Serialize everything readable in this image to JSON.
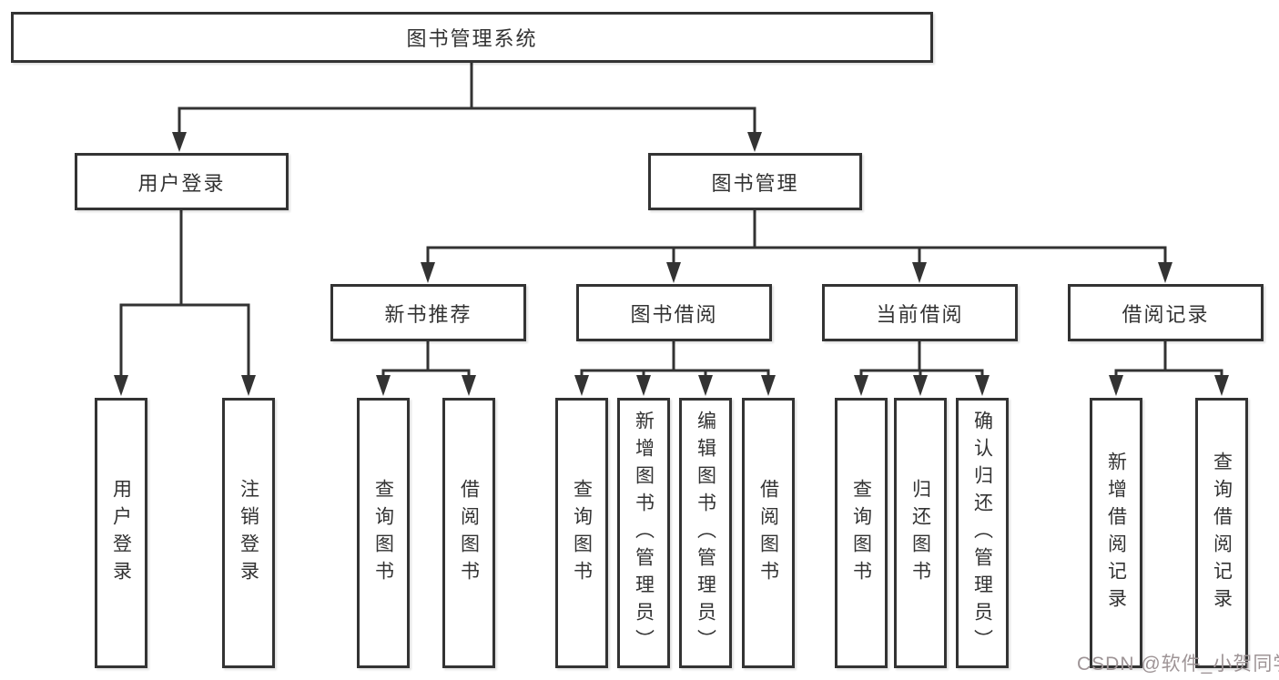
{
  "diagram": {
    "root": "图书管理系统",
    "level2": [
      "用户登录",
      "图书管理"
    ],
    "level3": [
      "新书推荐",
      "图书借阅",
      "当前借阅",
      "借阅记录"
    ],
    "leaves_user_login": [
      "用户登录",
      "注销登录"
    ],
    "leaves_new_book": [
      "查询图书",
      "借阅图书"
    ],
    "leaves_book_borrow": [
      "查询图书",
      "新增图书（管理员）",
      "编辑图书（管理员）",
      "借阅图书"
    ],
    "leaves_current_borrow": [
      "查询图书",
      "归还图书",
      "确认归还（管理员）"
    ],
    "leaves_borrow_record": [
      "新增借阅记录",
      "查询借阅记录"
    ]
  },
  "watermark": {
    "text": "CSDN @软件_小贺同学",
    "color": "#9e9496"
  },
  "colors": {
    "line": "#333333",
    "text": "#333333",
    "border": "#333333",
    "background": "#ffffff"
  }
}
